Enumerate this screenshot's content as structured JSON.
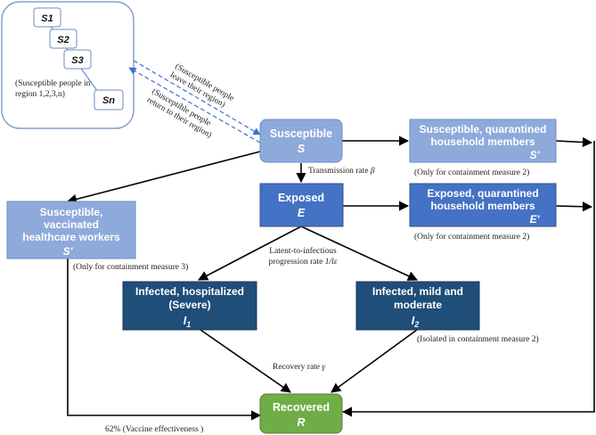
{
  "region_panel": {
    "items": [
      "S1",
      "S2",
      "S3",
      "Sn"
    ],
    "caption_line1": "(Susceptible people in",
    "caption_line2": "region 1,2,3,n)"
  },
  "migration": {
    "leave_line1": "(Susceptible people",
    "leave_line2": "leave their region)",
    "return_line1": "(Susceptible people",
    "return_line2": "return to their region)"
  },
  "nodes": {
    "susceptible": {
      "title": "Susceptible",
      "symbol": "S"
    },
    "sq": {
      "line1": "Susceptible, quarantined",
      "line2": "household members",
      "symbol": "S'"
    },
    "exposed": {
      "title": "Exposed",
      "symbol": "E"
    },
    "eq": {
      "line1": "Exposed, quarantined",
      "line2": "household members",
      "symbol": "E'"
    },
    "vacc": {
      "line1": "Susceptible,",
      "line2": "vaccinated",
      "line3": "healthcare workers",
      "symbol": "S'"
    },
    "hosp": {
      "line1": "Infected, hospitalized",
      "line2": "(Severe)",
      "symbol": "I",
      "sub": "1"
    },
    "mild": {
      "line1": "Infected, mild and",
      "line2": "moderate",
      "symbol": "I",
      "sub": "2"
    },
    "recovered": {
      "title": "Recovered",
      "symbol": "R"
    }
  },
  "notes": {
    "transmission": "Transmission rate",
    "transmission_sym": "β",
    "sq_note": "(Only for containment measure 2)",
    "eq_note": "(Only for containment measure 2)",
    "vacc_note": "(Only for containment measure 3)",
    "latent_line1": "Latent-to-infectious",
    "latent_line2": "progression rate",
    "latent_sym": "1/lε",
    "isolated": "(Isolated in containment measure 2)",
    "recovery": "Recovery rate",
    "recovery_sym": "γ",
    "vaccine": "62% (Vaccine effectiveness )"
  },
  "colors": {
    "light_blue": "#8eaadb",
    "mid_blue": "#4472c4",
    "dark_blue": "#1f4e79",
    "green": "#70ad47",
    "dashed": "#3d6fd1"
  }
}
